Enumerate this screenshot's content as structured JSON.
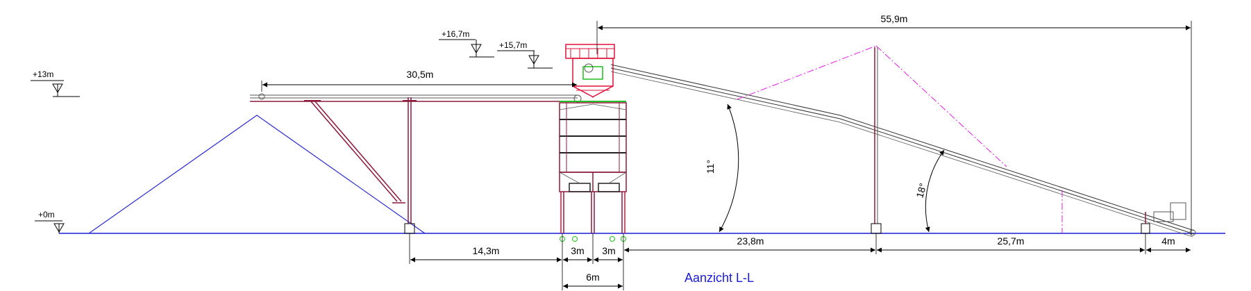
{
  "title": "Aanzicht L-L",
  "levels": {
    "l0": "+0m",
    "l13": "+13m",
    "l167": "+16,7m",
    "l157": "+15,7m"
  },
  "dimensions": {
    "overall": "55,9m",
    "left_conveyor": "30,5m",
    "d143": "14,3m",
    "d3a": "3m",
    "d3b": "3m",
    "d6": "6m",
    "d238": "23,8m",
    "d257": "25,7m",
    "d4": "4m"
  },
  "angles": {
    "a11": "11°",
    "a18": "18°"
  },
  "colors": {
    "structure": "#8b1a3a",
    "ground": "#1a1adb",
    "stockpile": "#2a2ad0",
    "construction": "#e020e0",
    "hopper_top": "#e0103a",
    "platform_green": "#1fbf1f"
  }
}
